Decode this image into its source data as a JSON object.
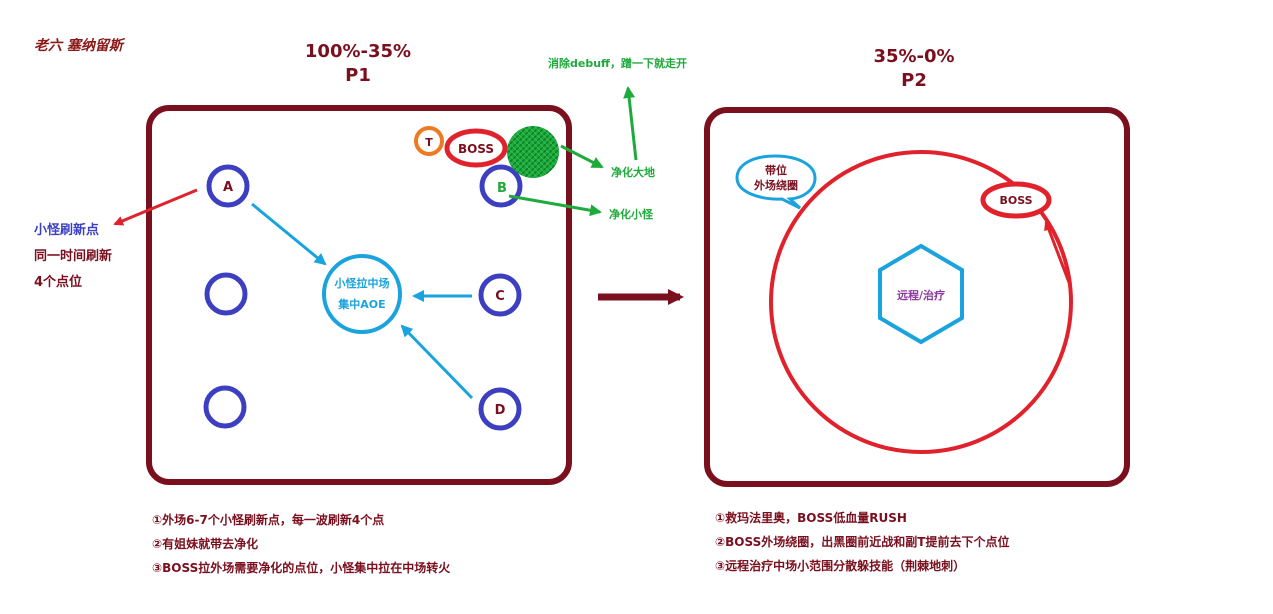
{
  "title": "老六  塞纳留斯",
  "p1": {
    "percent": "100%-35%",
    "phase": "P1",
    "tank": "T",
    "boss": "BOSS",
    "points": {
      "a": "A",
      "b": "B",
      "c": "C",
      "d": "D"
    },
    "center": {
      "line1": "小怪拉中场",
      "line2": "集中AOE"
    },
    "cleanse_ground": "净化大地",
    "cleanse_add": "净化小怪",
    "debuff_note": "消除debuff，蹭一下就走开",
    "spawn_note": {
      "line1": "小怪刷新点",
      "line2": "同一时间刷新",
      "line3": "4个点位"
    },
    "notes": [
      "①外场6-7个小怪刷新点，每一波刷新4个点",
      "②有姐妹就带去净化",
      "③BOSS拉外场需要净化的点位，小怪集中拉在中场转火"
    ]
  },
  "p2": {
    "percent": "35%-0%",
    "phase": "P2",
    "boss": "BOSS",
    "bubble": {
      "line1": "带位",
      "line2": "外场绕圈"
    },
    "hex": "远程/治疗",
    "notes": [
      "①救玛法里奥，BOSS低血量RUSH",
      "②BOSS外场绕圈，出黑圈前近战和副T提前去下个点位",
      "③远程治疗中场小范围分散躲技能（荆棘地刺）"
    ]
  },
  "colors": {
    "frame": "#7a0f1e",
    "blue": "#3c3fc0",
    "cyan": "#1aa3dc",
    "red": "#e0222c",
    "green": "#1faa3c",
    "orange": "#ee7a22",
    "purple": "#8b3a9e"
  }
}
